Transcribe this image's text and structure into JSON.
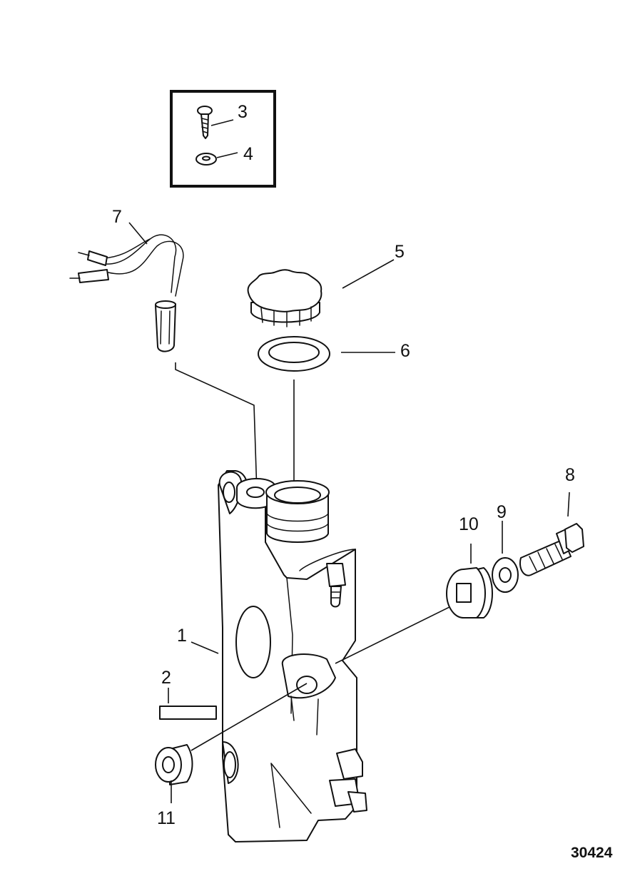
{
  "figure_number": "30424",
  "callouts": {
    "c1": "1",
    "c2": "2",
    "c3": "3",
    "c4": "4",
    "c5": "5",
    "c6": "6",
    "c7": "7",
    "c8": "8",
    "c9": "9",
    "c10": "10",
    "c11": "11"
  }
}
